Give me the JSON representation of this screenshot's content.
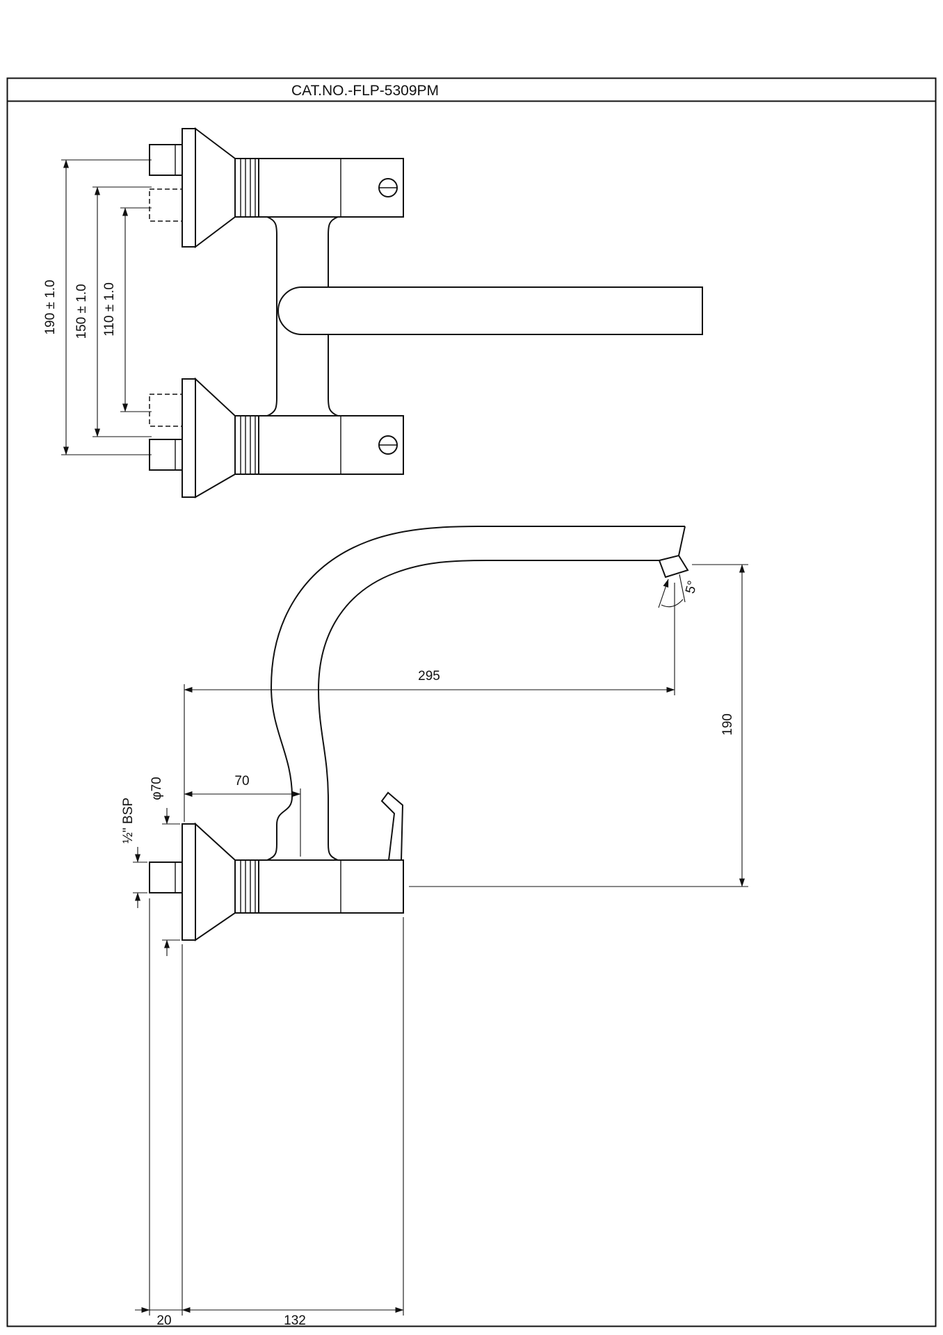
{
  "title": "CAT.NO.-FLP-5309PM",
  "colors": {
    "line": "#111111",
    "background": "#ffffff"
  },
  "front_view": {
    "dims": {
      "inlet_max": "190 ± 1.0",
      "inlet_mid": "150 ± 1.0",
      "inlet_min": "110 ± 1.0"
    }
  },
  "side_view": {
    "dims": {
      "spout_reach": "295",
      "spout_height": "190",
      "wall_offset": "70",
      "flange_diameter": "φ70",
      "inlet_thread": "½\" BSP",
      "nut_depth": "20",
      "body_length": "132",
      "outlet_angle": "5°"
    }
  }
}
